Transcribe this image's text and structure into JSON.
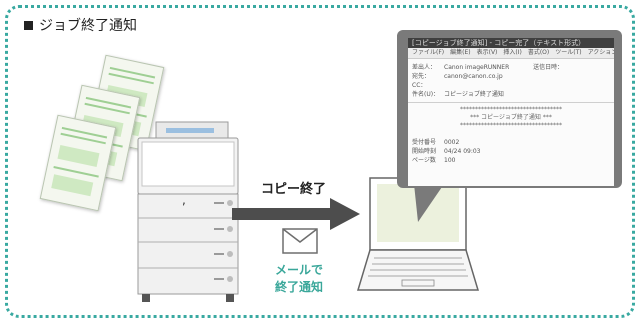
{
  "title": "ジョブ終了通知",
  "arrow_label": "コピー終了",
  "mail_label_line1": "メールで",
  "mail_label_line2": "終了通知",
  "email_window": {
    "title": "[コピージョブ終了通知] - コピー完了（テキスト形式）",
    "menu": "ファイル(F)　編集(E)　表示(V)　挿入(I)　書式(O)　ツール(T)　アクション(A)",
    "from_key": "差出人：",
    "from_val": "Canon imageRUNNER",
    "sent_key": "送信日時：",
    "to_key": "宛先：",
    "to_val": "canon@canon.co.jp",
    "cc_key": "CC：",
    "subject_key": "件名(U)：",
    "subject_val": "コピージョブ終了通知",
    "stars1": "**********************************",
    "body_line": "*** コピージョブ終了通知 ***",
    "stars2": "**********************************",
    "footer1_key": "受付番号",
    "footer1_val": "0002",
    "footer2_key": "開始時刻",
    "footer2_val": "04/24 09:03",
    "footer3_key": "ページ数",
    "footer3_val": "100"
  },
  "colors": {
    "accent": "#39a9a1",
    "mail_text": "#3aa79a",
    "arrow": "#4d4d4d",
    "bubble": "#7a7a7a"
  }
}
